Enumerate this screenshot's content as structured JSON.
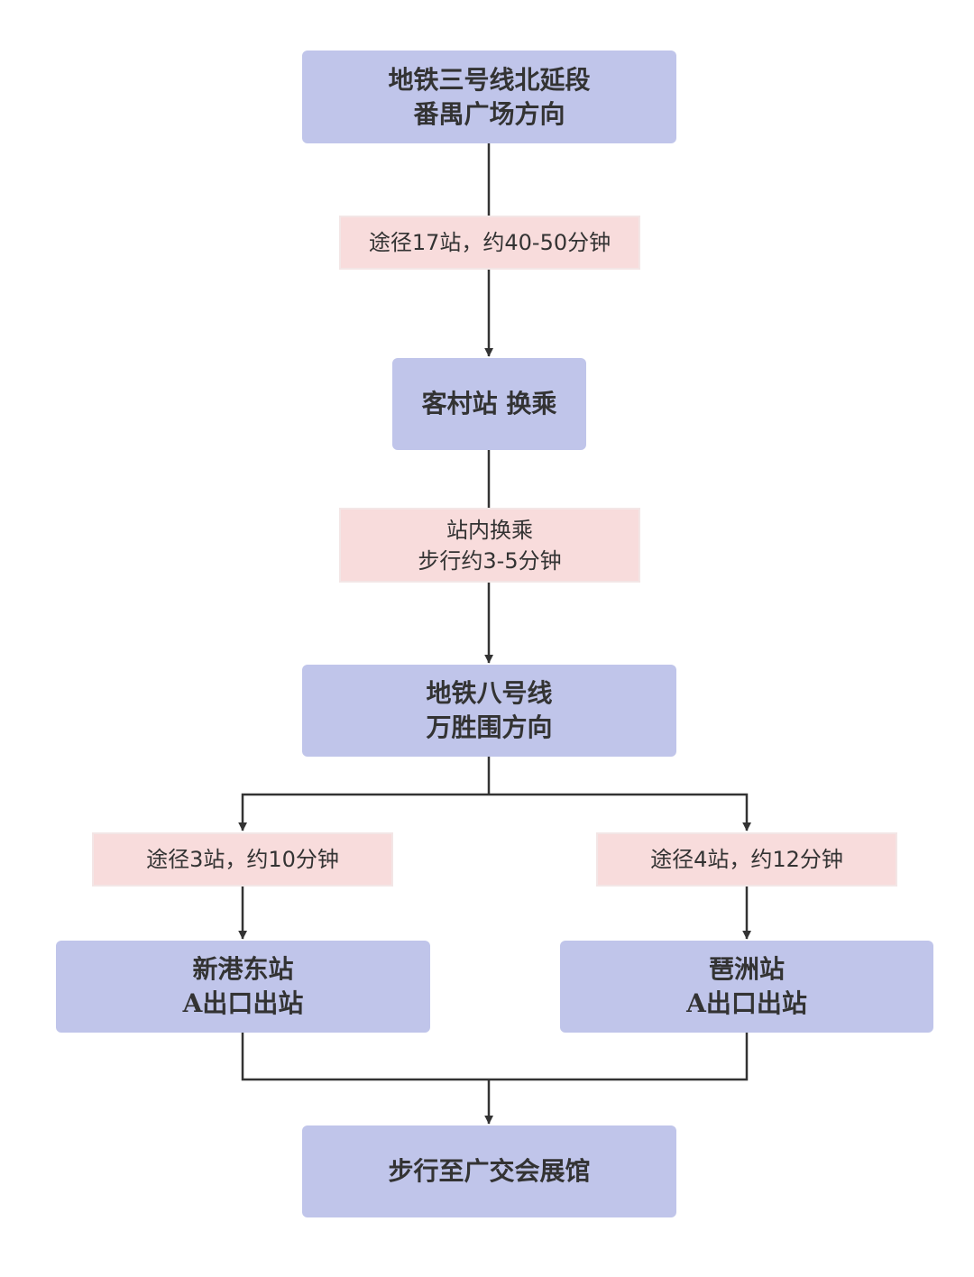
{
  "nodes": {
    "start": {
      "line1": "地铁三号线北延段",
      "line2": "番禺广场方向"
    },
    "transfer": {
      "line1": "客村站 换乘"
    },
    "line8": {
      "line1": "地铁八号线",
      "line2": "万胜围方向"
    },
    "xingang": {
      "line1": "新港东站",
      "line2": "A出口出站"
    },
    "pazhou": {
      "line1": "琶洲站",
      "line2": "A出口出站"
    },
    "end": {
      "line1": "步行至广交会展馆"
    }
  },
  "labels": {
    "l1": {
      "line1": "途径17站，约40-50分钟"
    },
    "l2": {
      "line1": "站内换乘",
      "line2": "步行约3-5分钟"
    },
    "l3": {
      "line1": "途径3站，约10分钟"
    },
    "l4": {
      "line1": "途径4站，约12分钟"
    }
  },
  "colors": {
    "node": "#c0c5ea",
    "label": "#f8dcdc",
    "line": "#333333"
  }
}
